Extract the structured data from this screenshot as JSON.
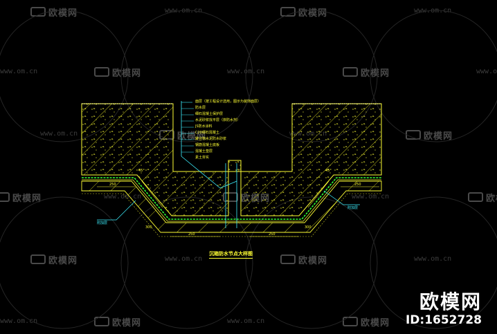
{
  "watermark": {
    "brand": "欧模网",
    "url": "www.om.cn"
  },
  "callouts": [
    "面层（按工程设计选用，图示为装饰面层）",
    "防水层",
    "细石混凝土保护层",
    "水泥砂浆找平层（掺防水剂）",
    "JS防水涂料",
    "C20细石混凝土",
    "聚合物水泥防水砂浆",
    "钢筋混凝土底板",
    "混凝土垫层",
    "素土夯实"
  ],
  "dimensions": {
    "left_flat": "250",
    "right_flat": "250",
    "bottom_left": "250",
    "bottom_right": "250",
    "slope_left_top": "45°",
    "slope_right_top": "45°",
    "slope_left_bottom": "300",
    "slope_right_bottom": "300"
  },
  "labels": {
    "left_note": "附加层",
    "right_note": "附加层"
  },
  "title": "沉箱防水节点大样图",
  "brand_footer": {
    "name": "欧模网",
    "id": "ID:1652728"
  },
  "colors": {
    "background": "#000000",
    "concrete_outline": "#ffff33",
    "hatch": "#d4d420",
    "waterproof_layer": "#33ff33",
    "annotation_cyan": "#3cf0ff",
    "annotation_leader": "#3cf0ff",
    "watermark": "#4a4a4a"
  }
}
